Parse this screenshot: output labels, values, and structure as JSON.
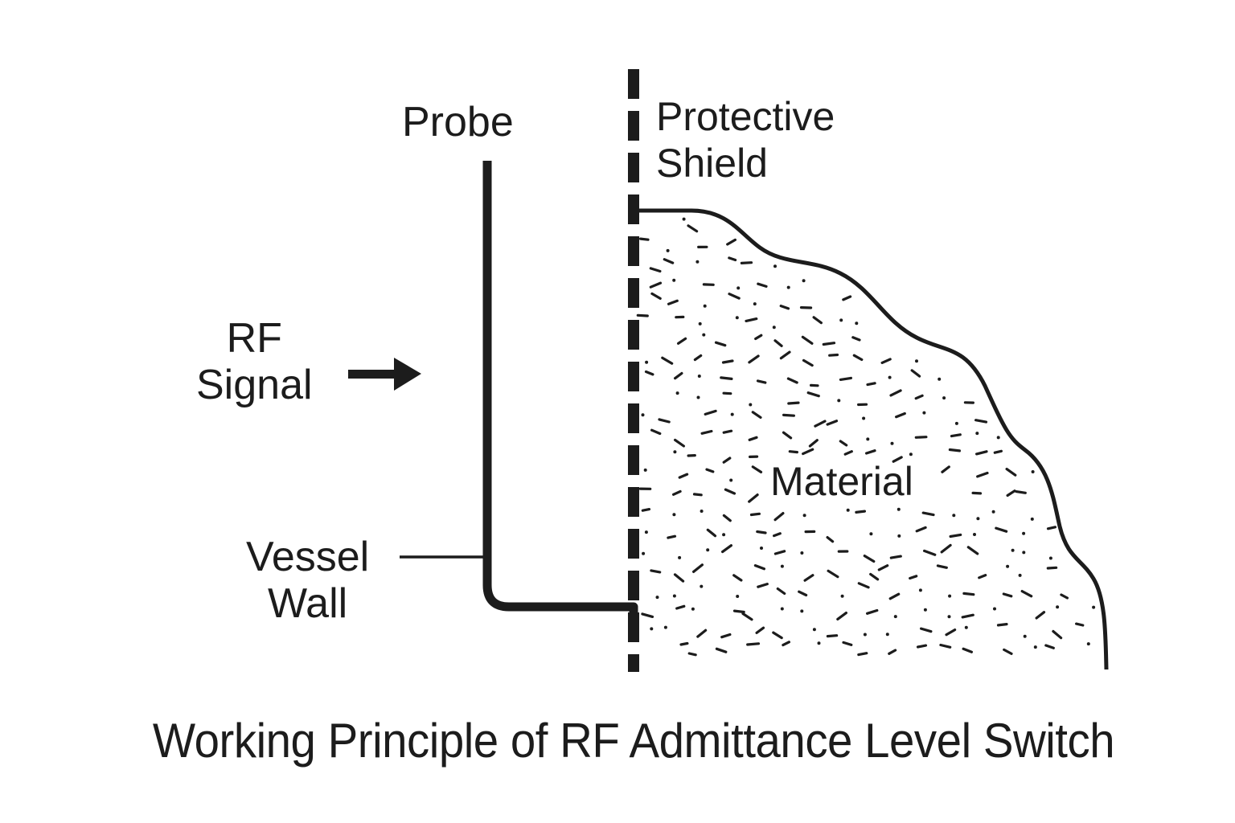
{
  "diagram": {
    "title": "Working Principle of RF Admittance Level Switch",
    "labels": {
      "probe": "Probe",
      "shield_line1": "Protective",
      "shield_line2": "Shield",
      "rf_line1": "RF",
      "rf_line2": "Signal",
      "vessel_line1": "Vessel",
      "vessel_line2": "Wall",
      "material": "Material"
    },
    "colors": {
      "ink": "#1c1c1c",
      "background": "#ffffff"
    },
    "components": [
      {
        "id": "probe",
        "description": "Vertical probe rod bending into horizontal connection at shield"
      },
      {
        "id": "protective-shield",
        "description": "Dashed vertical shield line"
      },
      {
        "id": "material",
        "description": "Stippled bulk material region with wavy surface"
      },
      {
        "id": "rf-signal-arrow",
        "description": "Arrow pointing right toward probe"
      },
      {
        "id": "vessel-wall-leader",
        "description": "Leader line from Vessel Wall label to probe"
      }
    ]
  }
}
